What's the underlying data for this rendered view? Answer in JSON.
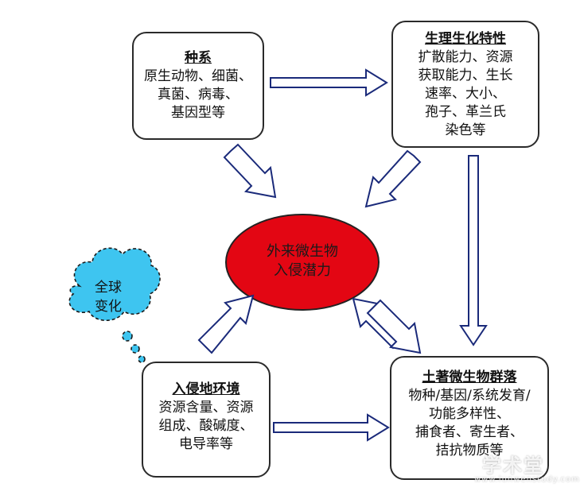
{
  "colors": {
    "ellipse_fill": "#e30613",
    "cloud_fill": "#3ec5f0",
    "arrow_stroke": "#1a2a7a",
    "box_border": "#2a2a2a"
  },
  "center": {
    "line1": "外来微生物",
    "line2": "入侵潜力"
  },
  "cloud": {
    "line1": "全球",
    "line2": "变化"
  },
  "species_box": {
    "title": "种系",
    "lines": [
      "原生动物、细菌、",
      "真菌、病毒、",
      "基因型等"
    ]
  },
  "physiology_box": {
    "title": "生理生化特性",
    "lines": [
      "扩散能力、资源",
      "获取能力、生长",
      "速率、大小、",
      "孢子、革兰氏",
      "染色等"
    ]
  },
  "habitat_box": {
    "title": "入侵地环境",
    "lines": [
      "资源含量、资源",
      "组成、酸碱度、",
      "电导率等"
    ]
  },
  "native_box": {
    "title": "土著微生物群落",
    "lines": [
      "物种/基因/系统发育/",
      "功能多样性、",
      "捕食者、寄生者、",
      "拮抗物质等"
    ]
  },
  "watermark": {
    "main": "学术堂",
    "sub": "www.lunwenstudy.com"
  }
}
